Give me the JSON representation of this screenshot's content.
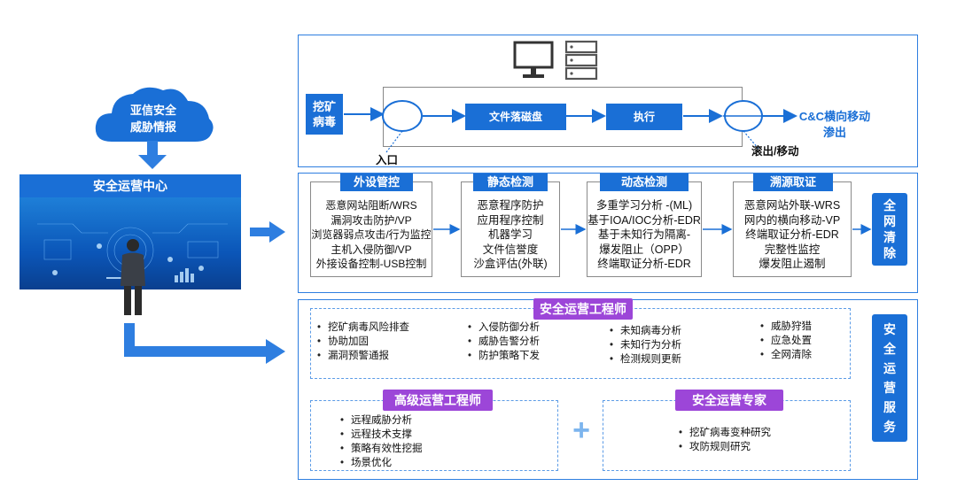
{
  "left": {
    "cloud_title_1": "亚信安全",
    "cloud_title_2": "威胁情报",
    "soc_title": "安全运营中心"
  },
  "top": {
    "source": "挖矿病毒",
    "step1": "文件落磁盘",
    "step2": "执行",
    "result_1": "C&C横向移动",
    "result_2": "渗出",
    "entry_label": "入口",
    "exit_label": "滚出/移动"
  },
  "middle": {
    "sections": [
      {
        "title": "外设管控",
        "items": [
          "恶意网站阻断/WRS",
          "漏洞攻击防护/VP",
          "浏览器弱点攻击/行为监控",
          "主机入侵防御/VP",
          "外接设备控制-USB控制"
        ]
      },
      {
        "title": "静态检测",
        "items": [
          "恶意程序防护",
          "应用程序控制",
          "机器学习",
          "文件信誉度",
          "沙盒评估(外联)"
        ]
      },
      {
        "title": "动态检测",
        "items": [
          "多重学习分析 -(ML)",
          "基于IOA/IOC分析-EDR",
          "基于未知行为隔离-",
          "爆发阻止（OPP）",
          "终端取证分析-EDR"
        ]
      },
      {
        "title": "溯源取证",
        "items": [
          "恶意网站外联-WRS",
          "网内的横向移动-VP",
          "终端取证分析-EDR",
          "完整性监控",
          "爆发阻止遏制"
        ]
      }
    ],
    "side": [
      "全",
      "网",
      "清",
      "除"
    ]
  },
  "bottom": {
    "engineer_title": "安全运营工程师",
    "engineer_cols": [
      [
        "挖矿病毒风险排查",
        "协助加固",
        "漏洞预警通报"
      ],
      [
        "入侵防御分析",
        "威胁告警分析",
        "防护策略下发"
      ],
      [
        "未知病毒分析",
        "未知行为分析",
        "检测规则更新"
      ],
      [
        "威胁狩猎",
        "应急处置",
        "全网清除"
      ]
    ],
    "senior_title": "高级运营工程师",
    "senior_items": [
      "远程威胁分析",
      "远程技术支撑",
      "策略有效性挖掘",
      "场景优化"
    ],
    "expert_title": "安全运营专家",
    "expert_items": [
      "挖矿病毒变种研究",
      "攻防规则研究"
    ],
    "plus": "+",
    "side": [
      "安",
      "全",
      "运",
      "营",
      "服",
      "务"
    ]
  }
}
